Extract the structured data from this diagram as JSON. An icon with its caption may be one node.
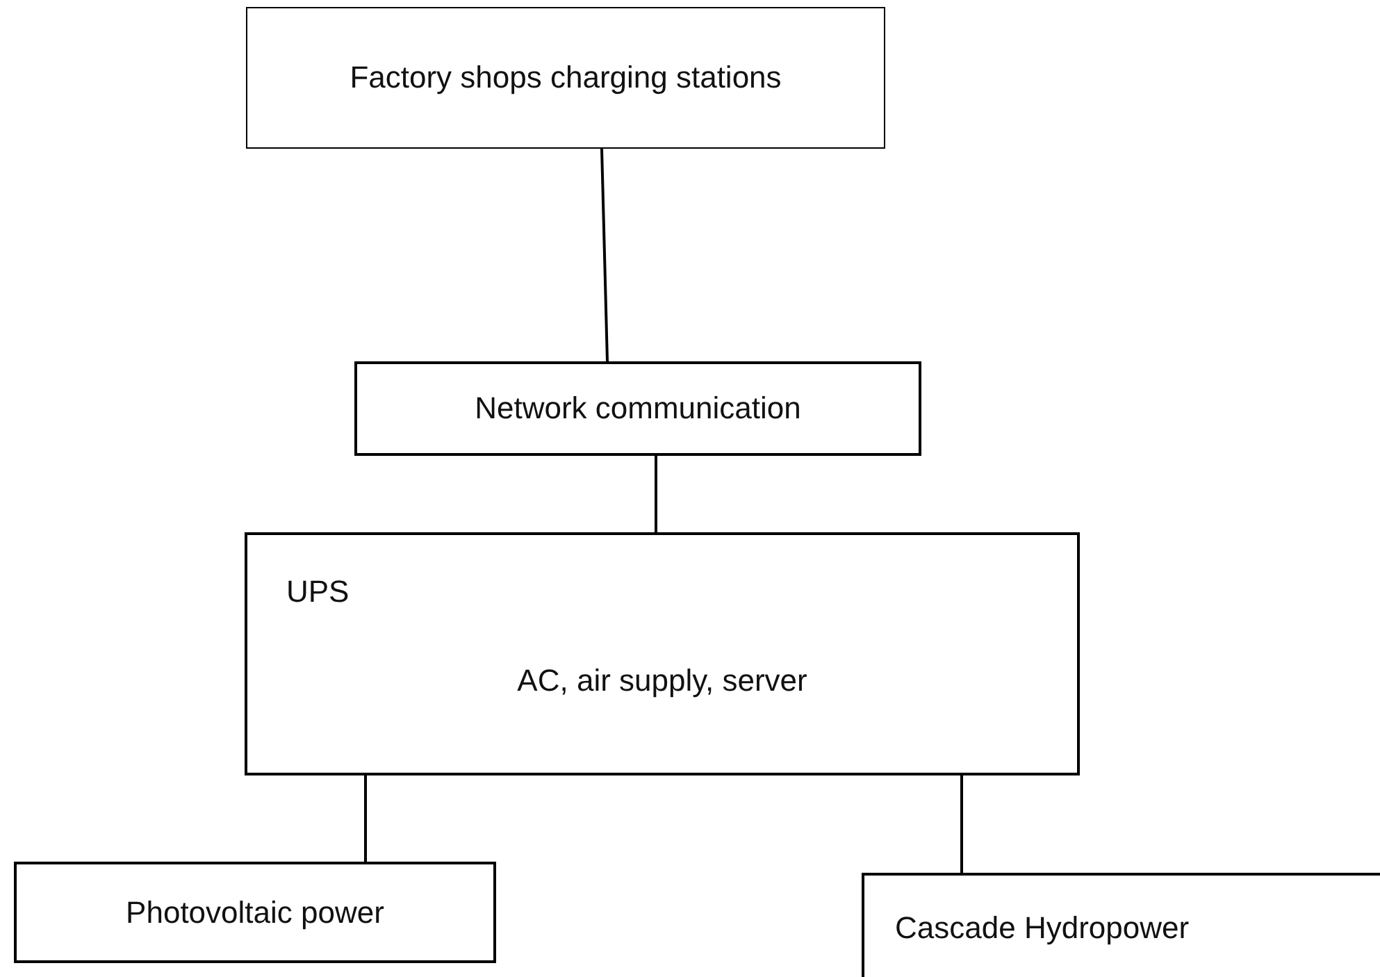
{
  "diagram": {
    "nodes": [
      {
        "text": [
          "Factory shops charging stations"
        ]
      },
      {
        "text": [
          "Network communication"
        ]
      },
      {
        "text": [
          "UPS",
          "AC, air supply, server"
        ]
      },
      {
        "text": [
          "Photovoltaic power"
        ]
      },
      {
        "text": [
          "Cascade Hydropower"
        ]
      }
    ],
    "edges": [
      {
        "from": 0,
        "to": 1,
        "arrow": "none"
      },
      {
        "from": 1,
        "to": 2,
        "arrow": "none"
      },
      {
        "from": 2,
        "to": 3,
        "arrow": "none"
      },
      {
        "from": 2,
        "to": 4,
        "arrow": "none"
      }
    ]
  }
}
